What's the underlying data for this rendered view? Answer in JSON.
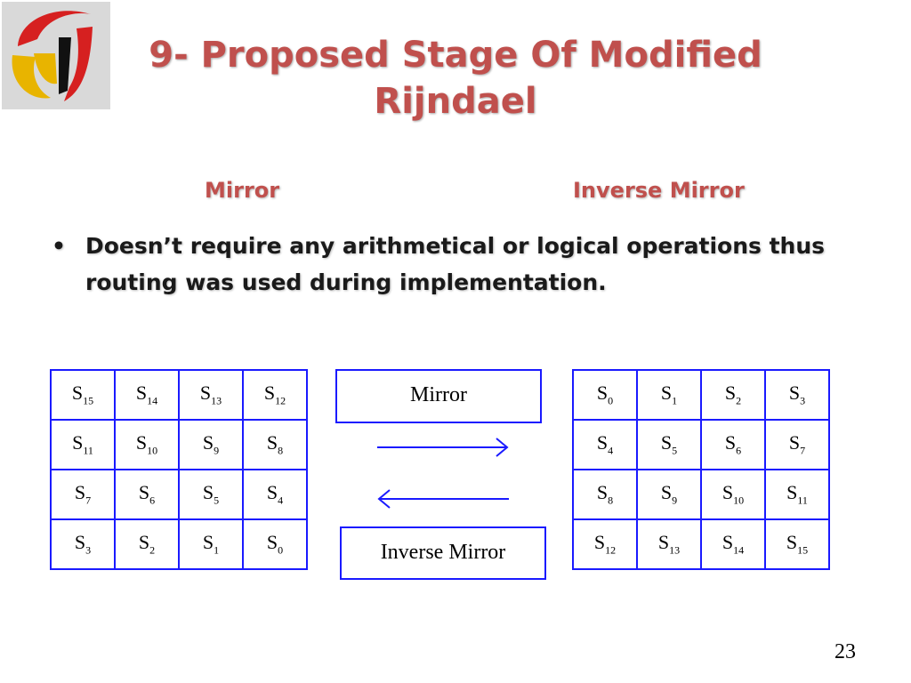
{
  "title_line1": "9- Proposed Stage Of Modified",
  "title_line2": "Rijndael",
  "sub_left": "Mirror",
  "sub_right": "Inverse Mirror",
  "bullet_char": "•",
  "bullet_text": "Doesn’t require any arithmetical or logical operations thus routing was used during implementation.",
  "left_grid": [
    [
      "15",
      "14",
      "13",
      "12"
    ],
    [
      "11",
      "10",
      "9",
      "8"
    ],
    [
      "7",
      "6",
      "5",
      "4"
    ],
    [
      "3",
      "2",
      "1",
      "0"
    ]
  ],
  "right_grid": [
    [
      "0",
      "1",
      "2",
      "3"
    ],
    [
      "4",
      "5",
      "6",
      "7"
    ],
    [
      "8",
      "9",
      "10",
      "11"
    ],
    [
      "12",
      "13",
      "14",
      "15"
    ]
  ],
  "cell_prefix": "S",
  "mirror_box": "Mirror",
  "inverse_box": "Inverse Mirror",
  "page_number": "23",
  "colors": {
    "title": "#c0504d",
    "grid_border": "#1a1aff"
  }
}
